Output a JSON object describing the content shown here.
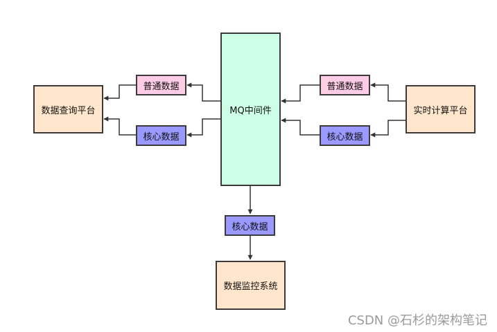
{
  "nodes": {
    "query_platform": "数据查询平台",
    "mq": "MQ中间件",
    "realtime_platform": "实时计算平台",
    "monitor_system": "数据监控系统"
  },
  "tags": {
    "left_normal": "普通数据",
    "left_core": "核心数据",
    "right_normal": "普通数据",
    "right_core": "核心数据",
    "bottom_core": "核心数据"
  },
  "colors": {
    "platform_fill": "#ffe6cc",
    "mq_fill": "#ccffe6",
    "normal_data_fill": "#ffcce6",
    "core_data_fill": "#9999ff",
    "stroke": "#3a3a3a"
  },
  "watermark": "CSDN @石杉的架构笔记"
}
